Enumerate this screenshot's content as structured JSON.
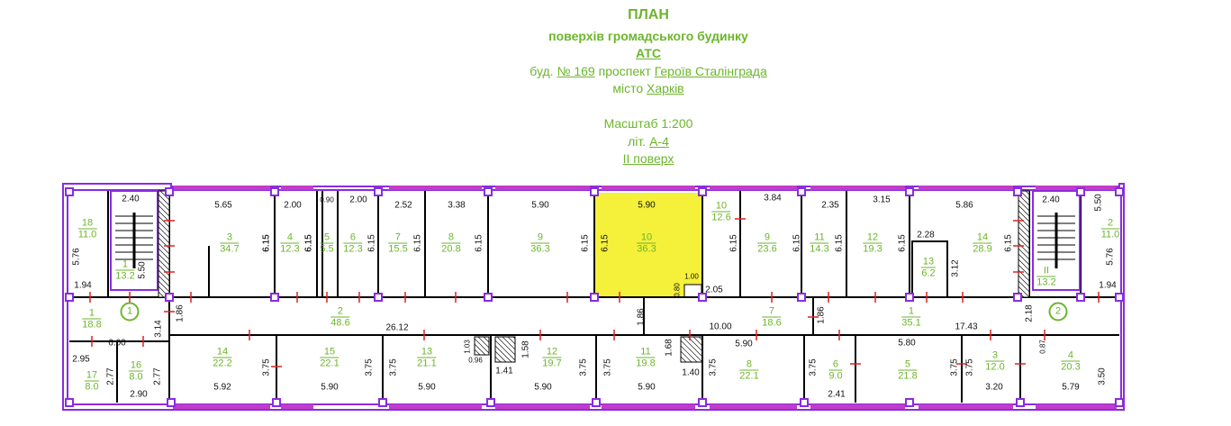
{
  "title": {
    "l1": "ПЛАН",
    "l2": "поверхів громадського будинку",
    "l3": "АТС",
    "l4a": "буд. ",
    "l4b": "№ 169",
    "l4c": " проспект ",
    "l4d": "Героїв Сталінграда",
    "l5a": "місто ",
    "l5b": "Харків",
    "l6": "Масштаб 1:200",
    "l7a": "літ. ",
    "l7b": "А-4",
    "l8": "II поверх"
  },
  "colors": {
    "text": "#6cb52c",
    "walls": "#8a2be2",
    "windows": "#c23cc8",
    "highlight": "#f5f03a",
    "doors": "#e02020"
  },
  "stairs": [
    "1",
    "2"
  ],
  "rooms": [
    {
      "num": "18",
      "area": "11.0"
    },
    {
      "num": "1",
      "area": "13.2"
    },
    {
      "num": "3",
      "area": "34.7"
    },
    {
      "num": "4",
      "area": "12.3"
    },
    {
      "num": "5",
      "area": "5.5"
    },
    {
      "num": "6",
      "area": "12.3"
    },
    {
      "num": "7",
      "area": "15.5"
    },
    {
      "num": "8",
      "area": "20.8"
    },
    {
      "num": "9",
      "area": "36.3"
    },
    {
      "num": "10",
      "area": "36.3",
      "highlighted": true
    },
    {
      "num": "10",
      "area": "12.6"
    },
    {
      "num": "9",
      "area": "23.6"
    },
    {
      "num": "11",
      "area": "14.3"
    },
    {
      "num": "12",
      "area": "19.3"
    },
    {
      "num": "13",
      "area": "6.2"
    },
    {
      "num": "14",
      "area": "28.9"
    },
    {
      "num": "II",
      "area": "13.2"
    },
    {
      "num": "2",
      "area": "11.0"
    },
    {
      "num": "1",
      "area": "18.8"
    },
    {
      "num": "2",
      "area": "48.6"
    },
    {
      "num": "7",
      "area": "18.6"
    },
    {
      "num": "1",
      "area": "35.1"
    },
    {
      "num": "17",
      "area": "8.0"
    },
    {
      "num": "16",
      "area": "8.0"
    },
    {
      "num": "14",
      "area": "22.2"
    },
    {
      "num": "15",
      "area": "22.1"
    },
    {
      "num": "13",
      "area": "21.1"
    },
    {
      "num": "12",
      "area": "19.7"
    },
    {
      "num": "11",
      "area": "19.8"
    },
    {
      "num": "8",
      "area": "22.1"
    },
    {
      "num": "6",
      "area": "9.0"
    },
    {
      "num": "5",
      "area": "21.8"
    },
    {
      "num": "3",
      "area": "12.0"
    },
    {
      "num": "4",
      "area": "20.3"
    }
  ],
  "dimensions": [
    "2.40",
    "5.65",
    "2.00",
    "0.90",
    "2.00",
    "2.52",
    "3.38",
    "5.90",
    "5.90",
    "3.84",
    "2.35",
    "3.15",
    "5.86",
    "2.40",
    "1.94",
    "1.94",
    "2.05",
    "1.00",
    "2.28",
    "26.12",
    "10.00",
    "17.43",
    "6.00",
    "2.95",
    "2.90",
    "5.92",
    "5.90",
    "5.90",
    "1.41",
    "5.90",
    "5.90",
    "1.40",
    "5.90",
    "5.80",
    "2.41",
    "3.20",
    "5.79",
    "5.76",
    "5.50",
    "6.15",
    "6.15",
    "6.15",
    "6.15",
    "6.15",
    "6.15",
    "6.15",
    "6.15",
    "6.15",
    "6.15",
    "6.15",
    "6.15",
    "6.15",
    "3.12",
    "6.15",
    "5.50",
    "5.76",
    "2.18",
    "1.86",
    "3.14",
    "1.86",
    "1.86",
    "2.77",
    "2.77",
    "3.75",
    "3.75",
    "3.75",
    "1.58",
    "3.75",
    "3.75",
    "1.68",
    "3.75",
    "3.75",
    "3.75",
    "3.75",
    "3.50",
    "0.87",
    "1.03",
    "0.96",
    "0.80"
  ]
}
